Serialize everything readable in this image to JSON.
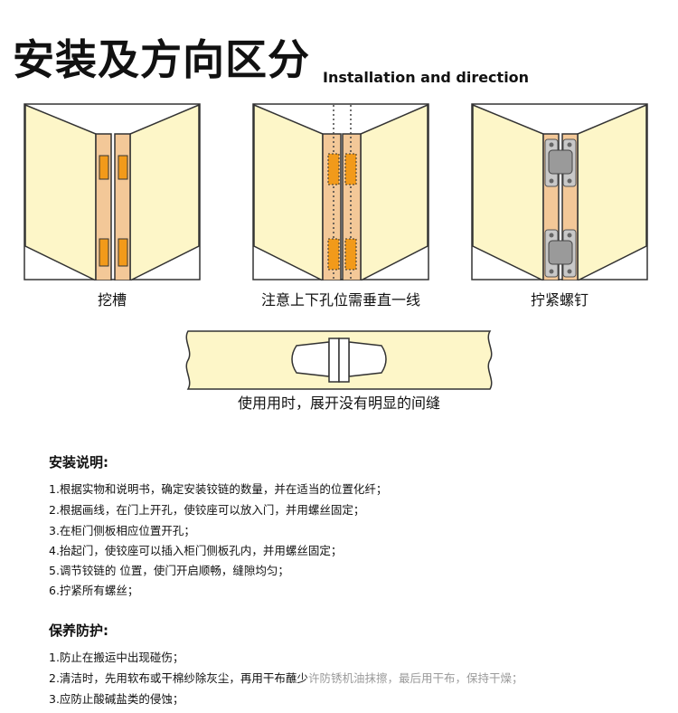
{
  "header": {
    "title_cn": "安装及方向区分",
    "title_en": "Installation and direction"
  },
  "steps": [
    {
      "caption": "挖槽"
    },
    {
      "caption": "注意上下孔位需垂直一线"
    },
    {
      "caption": "拧紧螺钉"
    }
  ],
  "side_view": {
    "caption": "使用用时，展开没有明显的间缝"
  },
  "install": {
    "heading": "安装说明:",
    "items": [
      "1.根据实物和说明书，确定安装铰链的数量，并在适当的位置化纤；",
      "2.根据画线，在门上开孔，使铰座可以放入门，并用螺丝固定；",
      "3.在柜门侧板相应位置开孔；",
      "4.抬起门，使铰座可以插入柜门侧板孔内，并用螺丝固定；",
      "5.调节铰链的 位置，使门开启顺畅，缝隙均匀；",
      "6.拧紧所有螺丝；"
    ]
  },
  "care": {
    "heading": "保养防护:",
    "items": [
      "1.防止在搬运中出现碰伤；",
      "2.清洁时，先用软布或干棉纱除灰尘，再用干布蘸少许防锈机油抹擦，最后用干布，保持干燥；",
      "3.应防止酸碱盐类的侵蚀；"
    ],
    "item2_clear": "2.清洁时，先用软布或干棉纱除灰尘，再用干布蘸少",
    "item2_faded": "许防锈机油抹擦，最后用干布，保持干燥；"
  },
  "colors": {
    "panel_fill": "#fdf6c8",
    "edge_fill": "#f3c898",
    "slot_fill": "#f29a1a",
    "outline": "#333333"
  }
}
